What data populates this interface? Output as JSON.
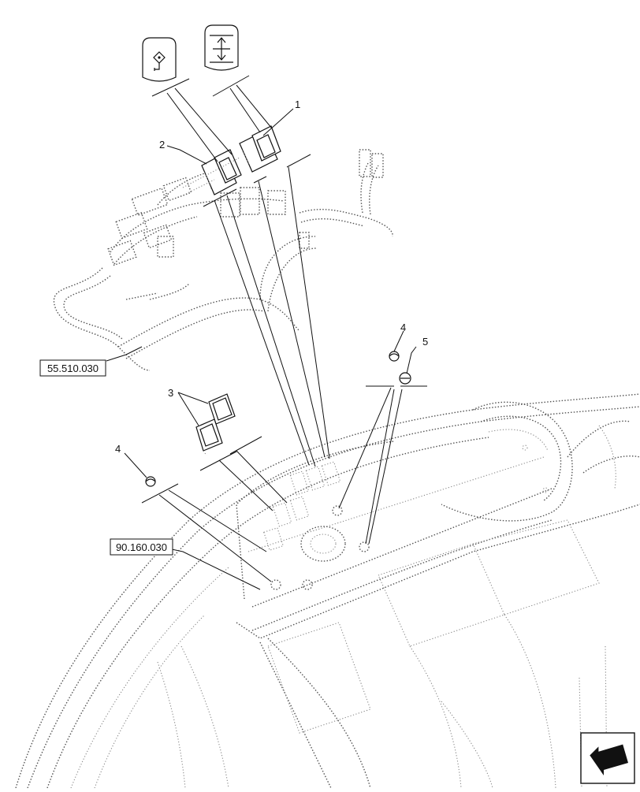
{
  "callouts": [
    {
      "id": "c1",
      "text": "1"
    },
    {
      "id": "c2",
      "text": "2"
    },
    {
      "id": "c3",
      "text": "3"
    },
    {
      "id": "c4a",
      "text": "4"
    },
    {
      "id": "c4b",
      "text": "4"
    },
    {
      "id": "c5",
      "text": "5"
    }
  ],
  "references": [
    {
      "id": "ref-harness",
      "text": "55.510.030"
    },
    {
      "id": "ref-dash",
      "text": "90.160.030"
    }
  ],
  "icons": {
    "symbol_1": "raise-lower-arrows-icon",
    "symbol_2": "diamond-with-hook-icon",
    "nav": "previous-page-arrow-icon"
  }
}
